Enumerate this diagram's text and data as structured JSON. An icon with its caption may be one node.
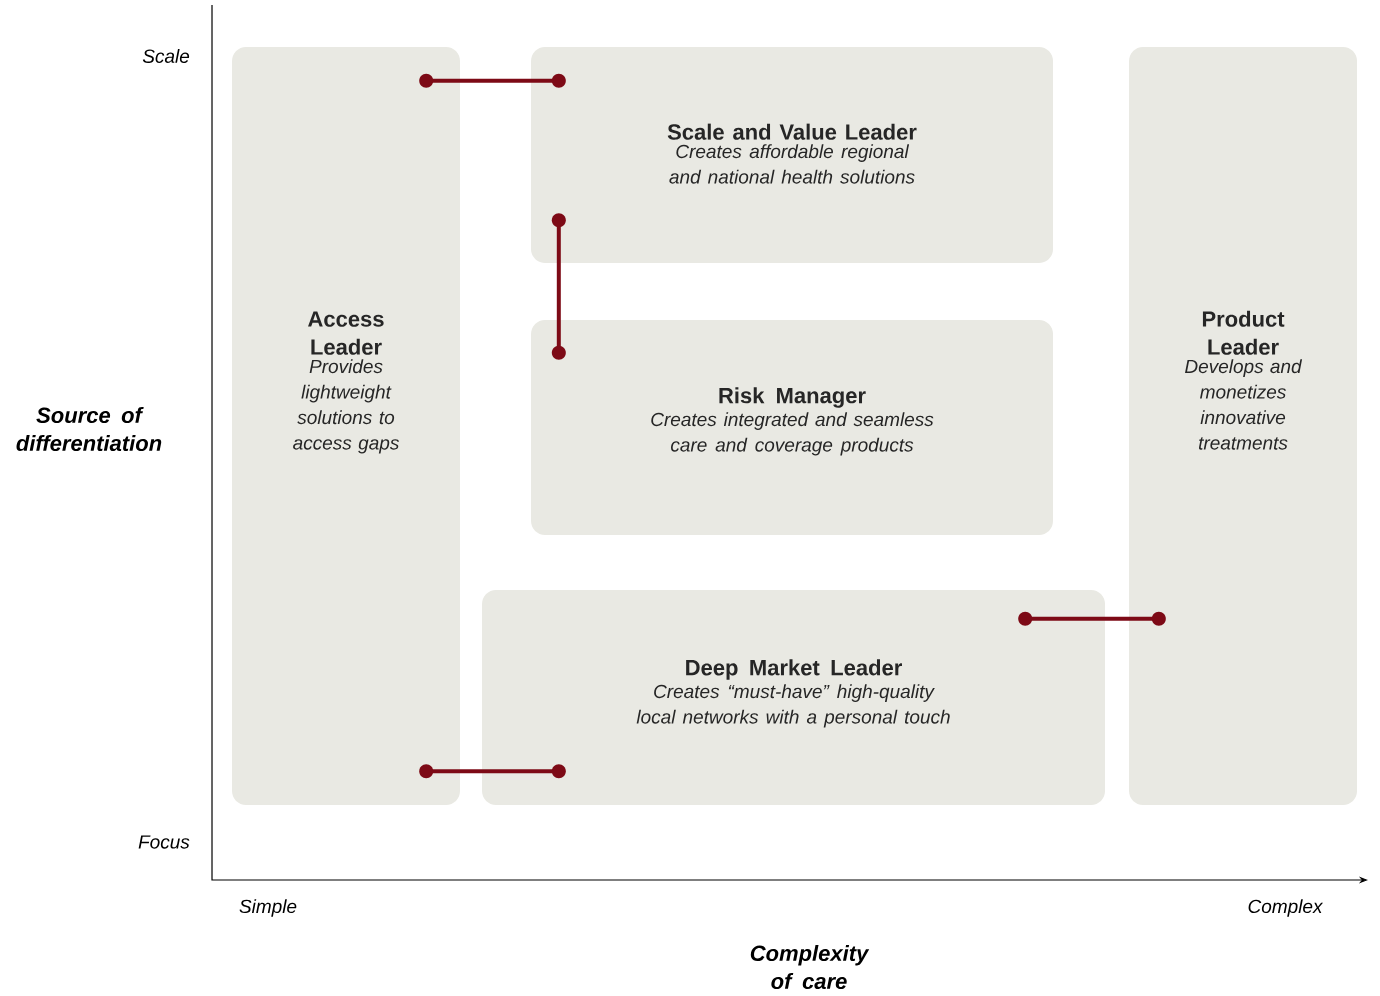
{
  "diagram": {
    "nodes": [
      {
        "text": [
          "Access Leader",
          "Provides lightweight solutions to access gaps"
        ]
      },
      {
        "text": [
          "Scale and Value Leader",
          "Creates affordable regional and national health solutions"
        ]
      },
      {
        "text": [
          "Risk Manager",
          "Creates integrated and seamless care and coverage products"
        ]
      },
      {
        "text": [
          "Deep Market Leader",
          "Creates “must-have” high-quality local networks with a personal touch"
        ]
      },
      {
        "text": [
          "Product Leader",
          "Develops and monetizes innovative treatments"
        ]
      }
    ],
    "edges": [
      {
        "from": 0,
        "to": 1,
        "arrow": "other"
      },
      {
        "from": 1,
        "to": 2,
        "arrow": "other"
      },
      {
        "from": 0,
        "to": 3,
        "arrow": "other"
      },
      {
        "from": 3,
        "to": 4,
        "arrow": "other"
      }
    ],
    "labels": [
      "Scale",
      "Focus",
      "Simple",
      "Complex",
      "Source of differentiation",
      "Complexity of care"
    ]
  }
}
